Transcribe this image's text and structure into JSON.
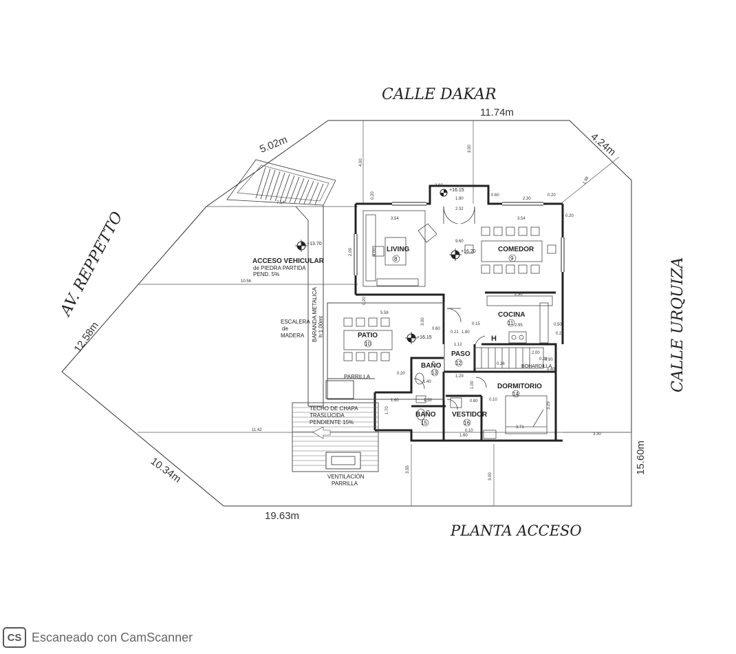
{
  "streets": {
    "north": "CALLE  DAKAR",
    "west": "AV.  REPPETTO",
    "east": "CALLE  URQUIZA"
  },
  "plan_title": "PLANTA ACCESO",
  "boundary_dims": {
    "north": "11.74m",
    "north_left": "5.02m",
    "north_right": "4.24m",
    "west": "12.58m",
    "southwest": "10.34m",
    "south": "19.63m",
    "east": "15.60m"
  },
  "rooms": {
    "living": {
      "name": "LIVING",
      "num": "8"
    },
    "comedor": {
      "name": "COMEDOR",
      "num": "9"
    },
    "patio": {
      "name": "PATIO",
      "num": "10"
    },
    "cocina": {
      "name": "COCINA",
      "num": "11"
    },
    "paso": {
      "name": "PASO",
      "num": "12"
    },
    "bano1": {
      "name": "BAÑO",
      "num": "13"
    },
    "dormitorio": {
      "name": "DORMITORIO",
      "num": "14"
    },
    "bano2": {
      "name": "BAÑO",
      "num": "15"
    },
    "vestidor": {
      "name": "VESTIDOR",
      "num": "16"
    }
  },
  "labels": {
    "acceso_1": "ACCESO  VEHICULAR",
    "acceso_2": "de PIEDRA PARTIDA",
    "acceso_3": "PEND. 5%",
    "escalera_1": "ESCALERA",
    "escalera_2": "de",
    "escalera_3": "MADERA",
    "baranda_1": "BARANDA METALICA",
    "baranda_2": "h:1.00mt",
    "parrilla": "PARRILLA",
    "techo_1": "TECHO DE CHAPA",
    "techo_2": "TRASLUCIDA",
    "techo_3": "PENDIENTE  15%",
    "ventilacion_1": "VENTILACIÓN",
    "ventilacion_2": "PARRILLA",
    "bohardilla": "BOHARDILLA",
    "h_mark": "H"
  },
  "levels": {
    "acceso": "+13.70",
    "living": "+16.20",
    "patio": "+16.15",
    "entry": "+16.15"
  },
  "dims": {
    "d_354a": "3.54",
    "d_354b": "3.54",
    "d_960": "9.60",
    "d_209": "2.09",
    "d_400": "4.00",
    "d_558": "5.58",
    "d_230": "2.30",
    "d_290": "2.90",
    "d_180a": "1.80",
    "d_180b": "1.80",
    "d_060a": "0.60",
    "d_060b": "0.60",
    "d_020a": "0.20",
    "d_020b": "0.20",
    "d_020c": "0.20",
    "d_020d": "0.20",
    "d_020e": "0.20",
    "d_020f": "0.20",
    "d_292": "2.92",
    "d_232": "2.32",
    "d_300a": "3.00",
    "d_300b": "3.00",
    "d_300c": "3.00",
    "d_401": "4.00",
    "d_714": "7.14",
    "d_1056": "10.56",
    "d_1142": "11.42",
    "d_330": "3.30",
    "d_355": "3.55",
    "d_198": "1.98",
    "d_015": "0.15",
    "d_021": "0.21",
    "d_295": "2.95",
    "d_050": "0.50",
    "d_112": "1.12",
    "d_129": "1.29",
    "d_100": "1.00",
    "d_080": "0.80",
    "d_010a": "0.10",
    "d_010b": "0.10",
    "d_371": "3.71",
    "d_325": "3.25",
    "d_160a": "1.60",
    "d_160b": "1.60",
    "d_150": "1.50",
    "d_170": "1.70",
    "d_140": "1.40",
    "d_090": "0.90",
    "d_040": "0.40",
    "d_026": "0.26",
    "d_029": "0.29",
    "d_200": "2.00"
  },
  "watermark": {
    "logo": "CS",
    "text": "Escaneado con CamScanner"
  }
}
